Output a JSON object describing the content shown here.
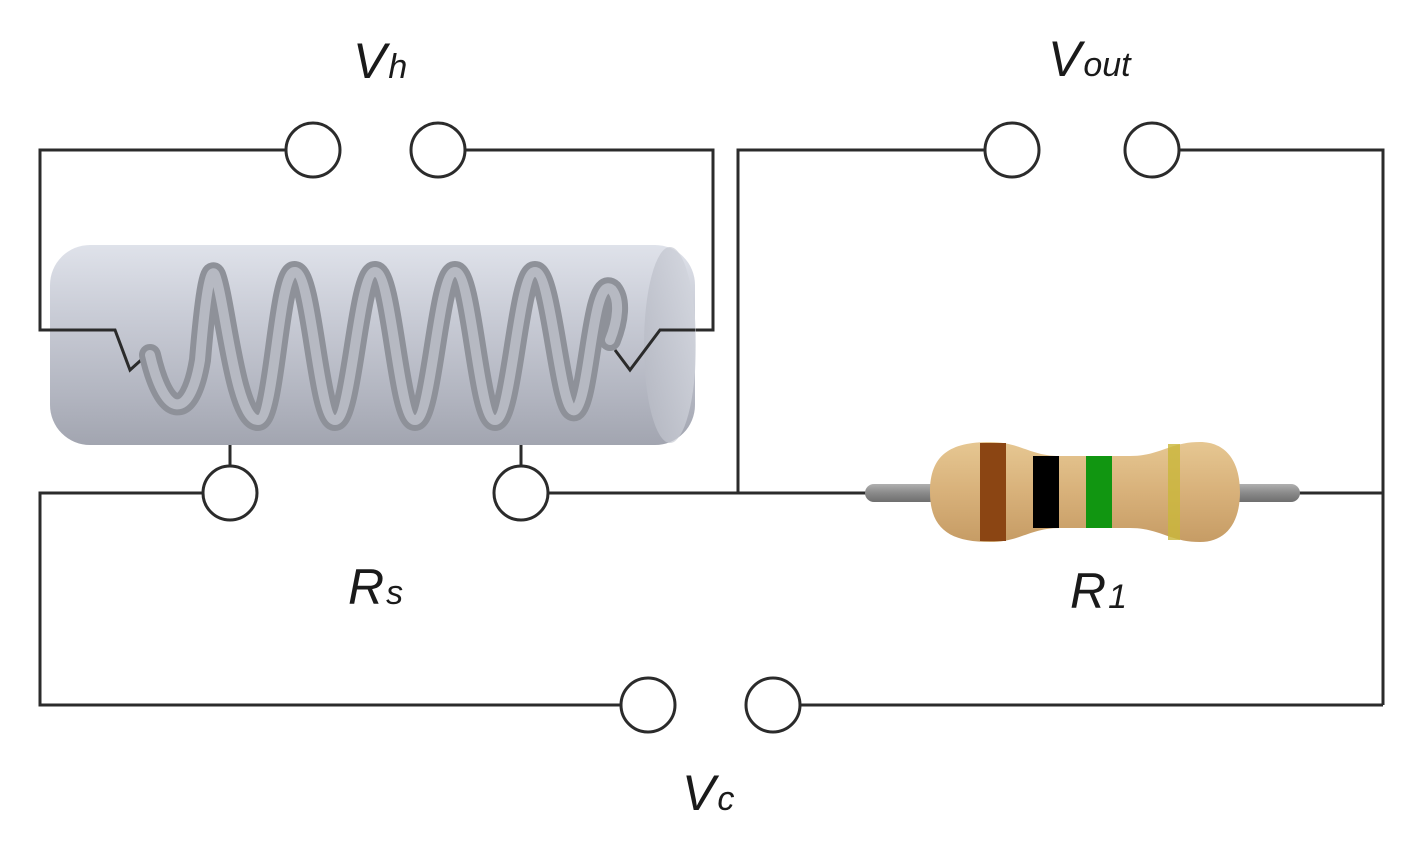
{
  "labels": {
    "vh": {
      "main": "V",
      "sub": "h"
    },
    "vout": {
      "main": "V",
      "sub": "out"
    },
    "rs": {
      "main": "R",
      "sub": "s"
    },
    "r1": {
      "main": "R",
      "sub": "1"
    },
    "vc": {
      "main": "V",
      "sub": "c"
    }
  },
  "colors": {
    "wire": "#2b2b2b",
    "resistor_body": "#d9b47e",
    "band_1": "#8b4513",
    "band_2": "#000000",
    "band_3": "#119611",
    "band_4": "#c9b73a",
    "lead": "#8a8a8a"
  }
}
